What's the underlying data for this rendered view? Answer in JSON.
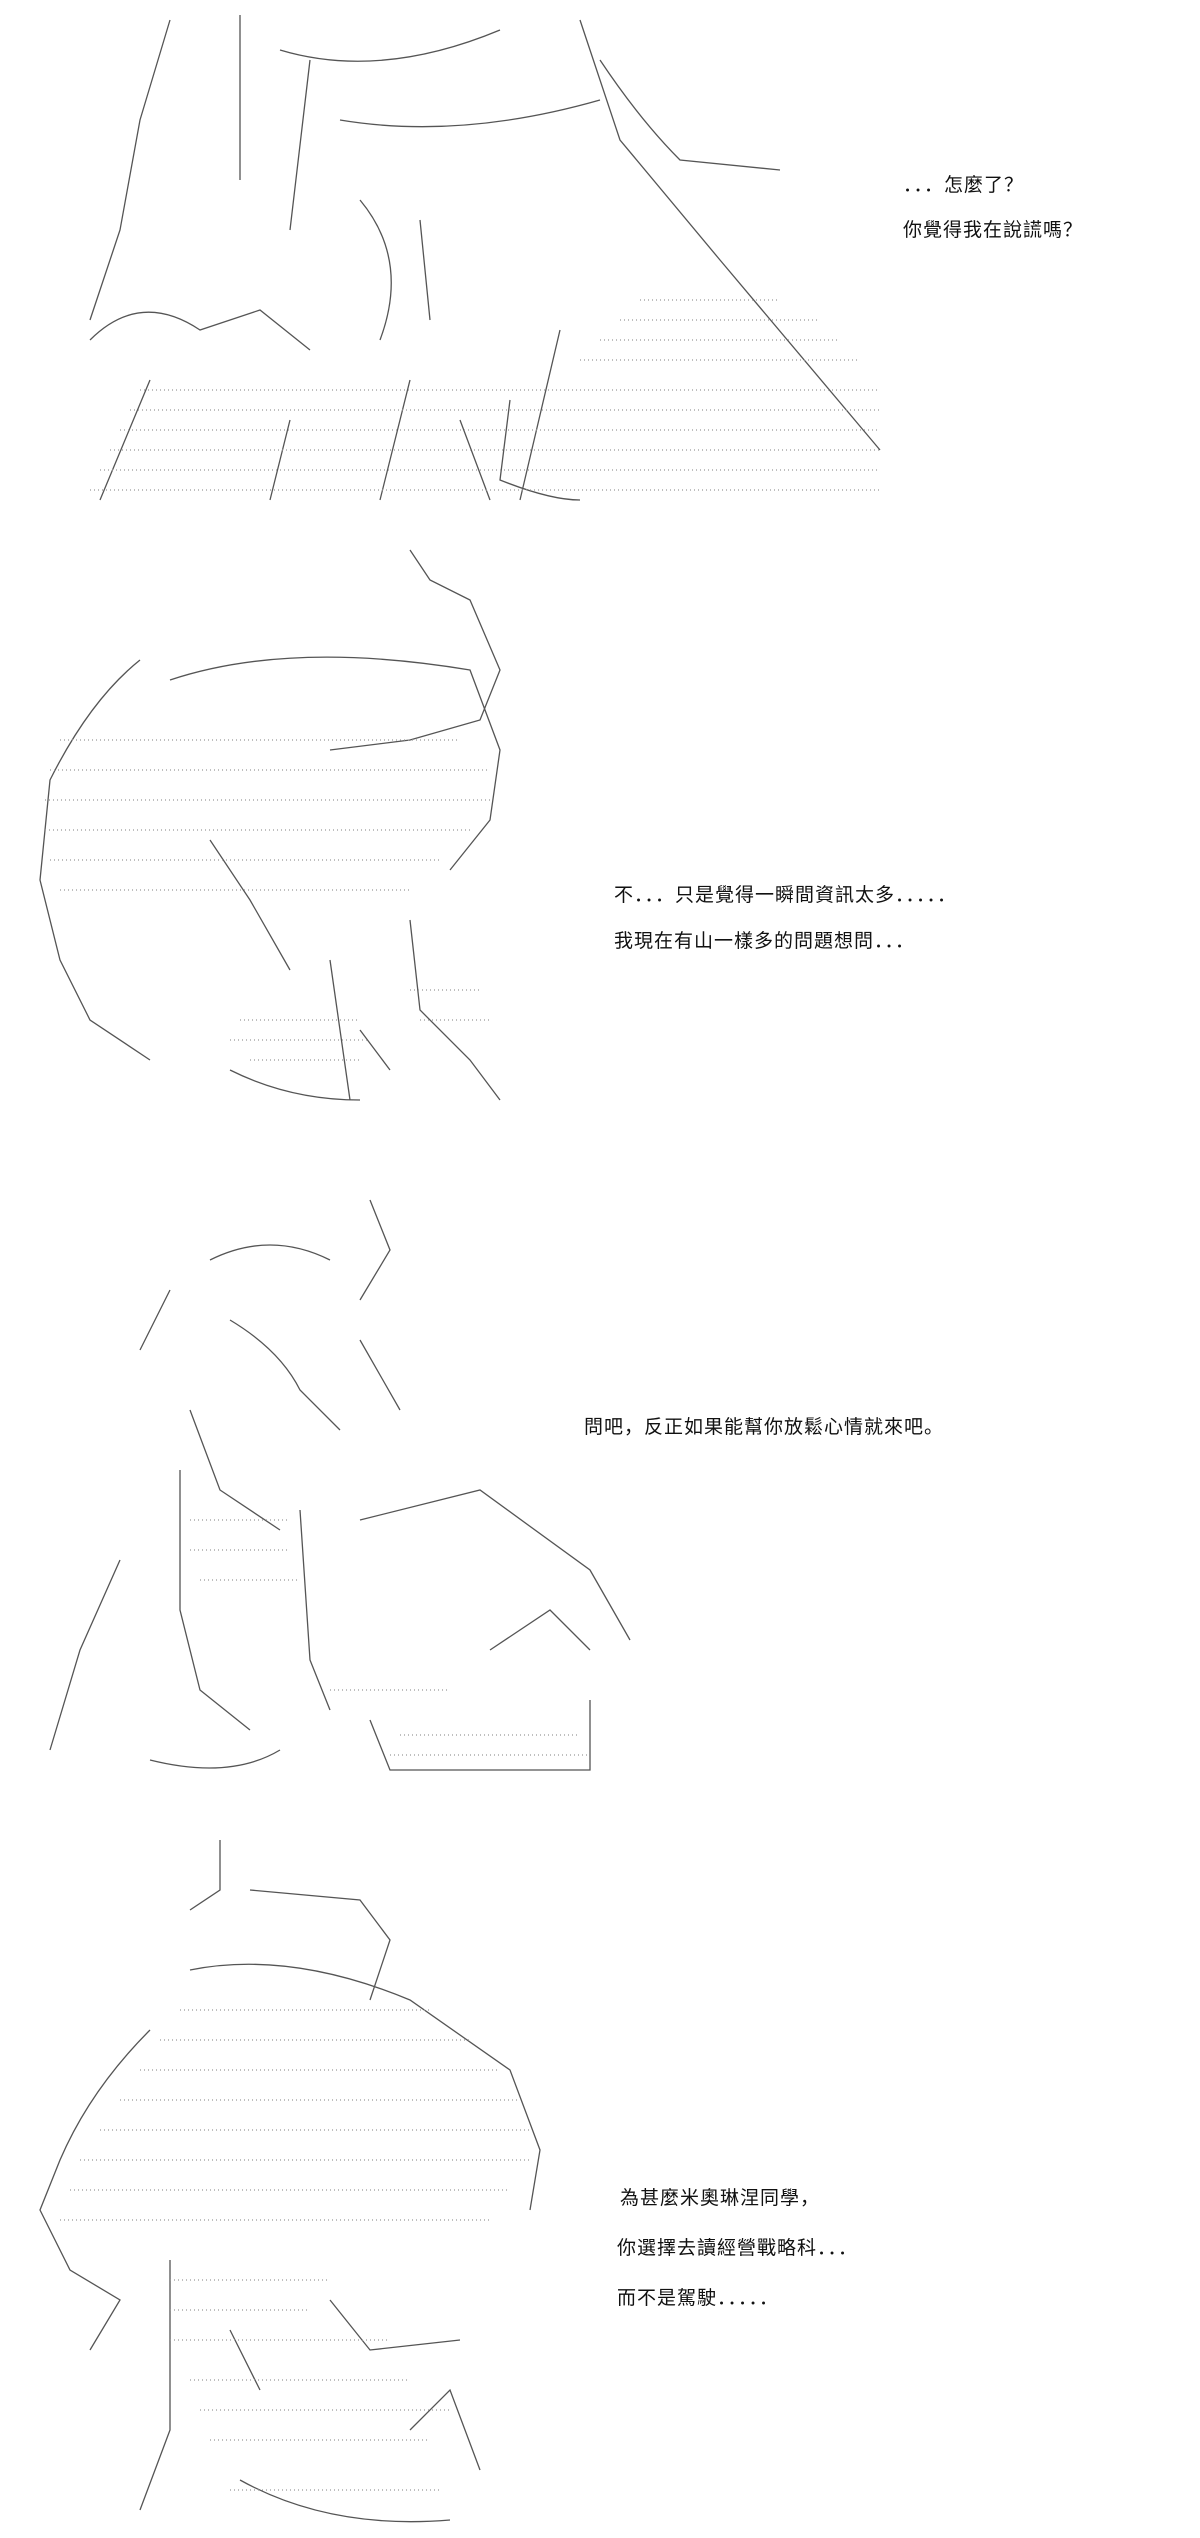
{
  "panels": [
    {
      "lines": [
        "．．．怎麼了？",
        "你覺得我在說謊嗎？"
      ]
    },
    {
      "lines": [
        "不．．．只是覺得一瞬間資訊太多．．．．．",
        "我現在有山一樣多的問題想問．．．"
      ]
    },
    {
      "lines": [
        "問吧，反正如果能幫你放鬆心情就來吧。"
      ]
    },
    {
      "lines": [
        "為甚麼米奧琳涅同學，",
        "你選擇去讀經營戰略科．．．",
        "而不是駕駛．．．．．"
      ]
    }
  ]
}
